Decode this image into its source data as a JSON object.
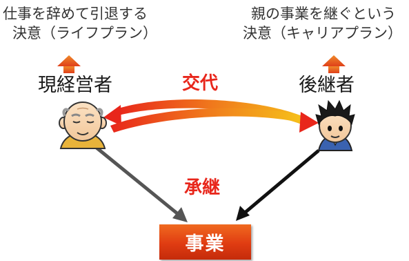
{
  "decisions": {
    "current_line1": "仕事を辞めて引退する",
    "current_line2": "決意（ライフプラン）",
    "successor_line1": "親の事業を継ぐという",
    "successor_line2": "決意（キャリアプラン）"
  },
  "roles": {
    "current": "現経営者",
    "successor": "後継者"
  },
  "relations": {
    "exchange": "交代",
    "inherit": "承継"
  },
  "business": {
    "label": "事業"
  },
  "colors": {
    "accent_red": "#e8261b",
    "up_arrow": "#e8601c",
    "business_box": "#e03c12",
    "arrow_gray": "#555555",
    "arrow_black": "#111111"
  },
  "icons": {
    "current_figure": "elderly-man-icon",
    "successor_figure": "young-man-icon"
  }
}
